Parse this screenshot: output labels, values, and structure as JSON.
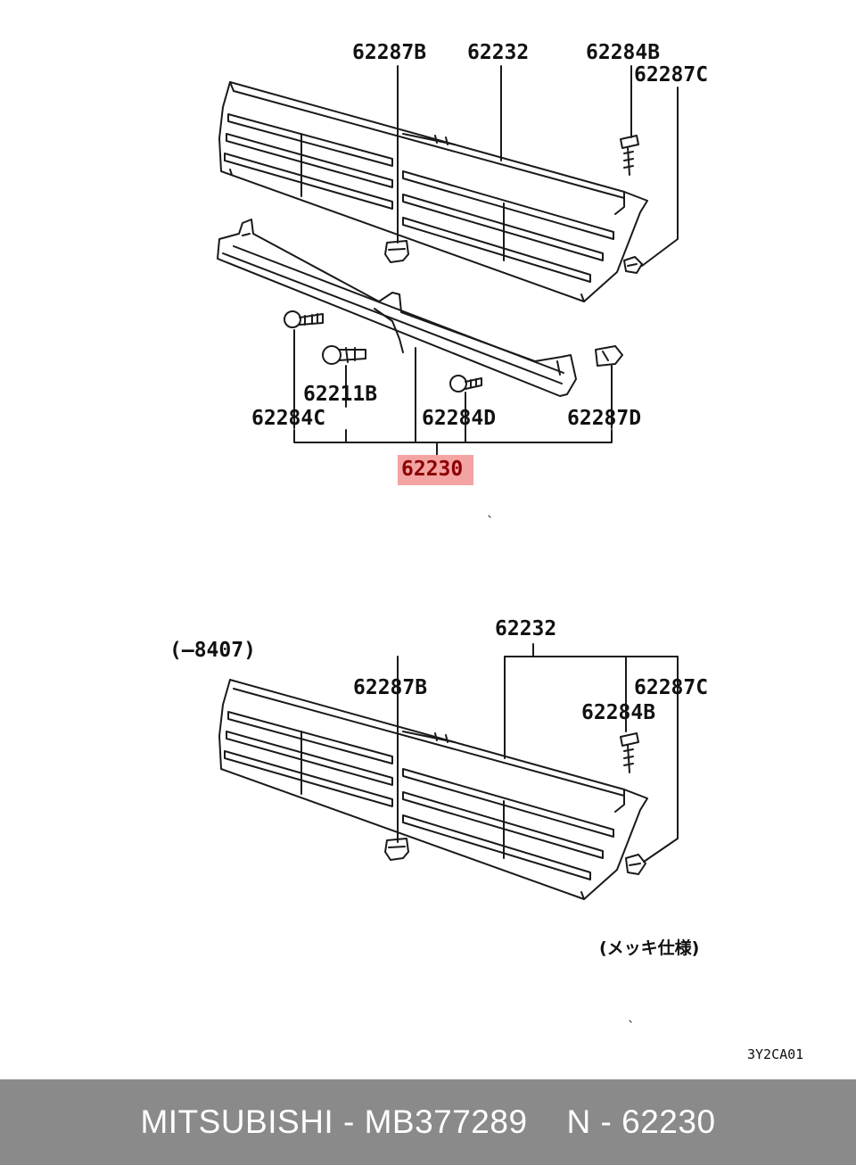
{
  "diagram": {
    "top_section": {
      "labels": {
        "p62287B": "62287B",
        "p62232": "62232",
        "p62284B": "62284B",
        "p62287C": "62287C",
        "p62211B": "62211B",
        "p62284C": "62284C",
        "p62284D": "62284D",
        "p62287D": "62287D",
        "p62230": "62230"
      }
    },
    "bottom_section": {
      "range_label": "(—8407)",
      "labels": {
        "p62232": "62232",
        "p62287B": "62287B",
        "p62287C": "62287C",
        "p62284B": "62284B"
      },
      "note": "(メッキ仕様)"
    },
    "drawing_code": "3Y2CA01"
  },
  "footer": {
    "brand_part": "MITSUBISHI - MB377289",
    "ref": "N - 62230"
  },
  "colors": {
    "highlight": "#f4a3a3",
    "footer_bg": "#8a8a8a",
    "line": "#1a1a1a"
  }
}
